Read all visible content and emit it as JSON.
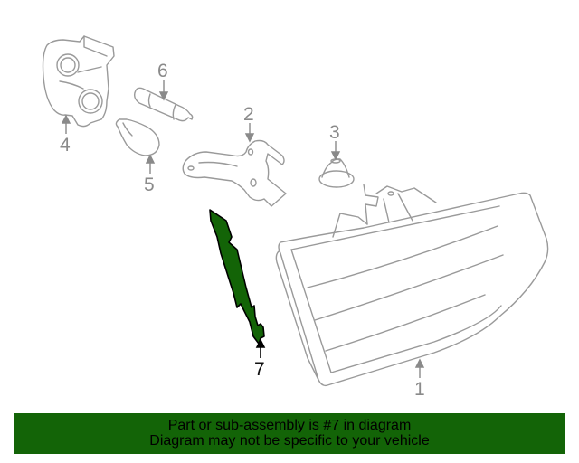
{
  "diagram": {
    "callouts": [
      {
        "num": "1",
        "part": "tail-lamp-assembly"
      },
      {
        "num": "2",
        "part": "bracket"
      },
      {
        "num": "3",
        "part": "grommet"
      },
      {
        "num": "4",
        "part": "bulb-socket"
      },
      {
        "num": "5",
        "part": "bulb"
      },
      {
        "num": "6",
        "part": "bulb"
      },
      {
        "num": "7",
        "part": "gasket-seal",
        "highlighted": true
      }
    ],
    "highlight_color": "#136407",
    "line_color": "#8a8a8a"
  },
  "banner": {
    "line1": "Part or sub-assembly is #7 in diagram",
    "line2": "Diagram may not be specific to your vehicle",
    "background": "#136407"
  }
}
